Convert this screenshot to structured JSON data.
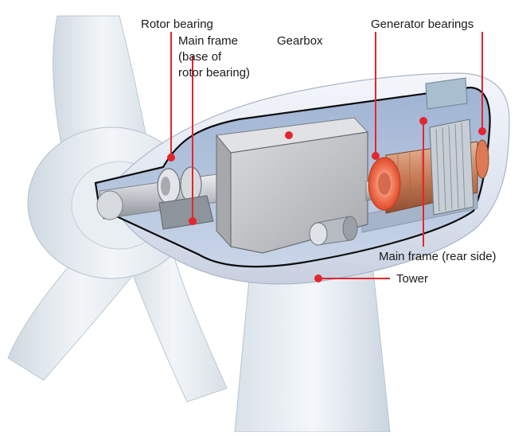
{
  "labels": {
    "rotor_bearing": "Rotor bearing",
    "main_frame_1": "Main frame",
    "main_frame_2": "(base of",
    "main_frame_3": "rotor bearing)",
    "gearbox": "Gearbox",
    "generator_bearings": "Generator bearings",
    "main_frame_rear": "Main frame (rear side)",
    "tower": "Tower"
  },
  "colors": {
    "pointer": "#e3262d",
    "shell_light": "#eef2f8",
    "shell_mid": "#d5dcea",
    "cavity": "#b9c8e0",
    "shaft": "#cfd3d8",
    "gearbox": "#c8c9cc",
    "generator": "#c77b55",
    "bearing_glow": "#f07a5a"
  }
}
